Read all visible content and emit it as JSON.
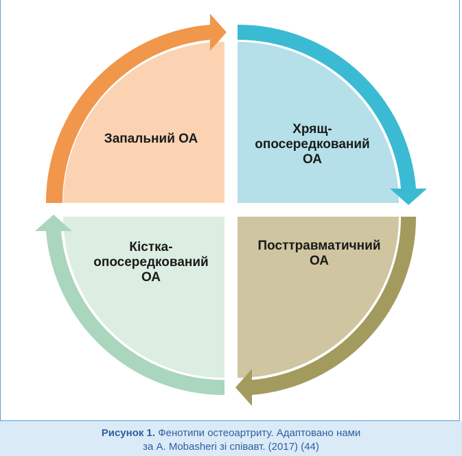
{
  "diagram": {
    "quadrants": [
      {
        "id": "inflammatory",
        "lines": [
          "Запальний ОА"
        ],
        "fill": "#fbd3b2",
        "arrow": "#f0974c"
      },
      {
        "id": "cartilage",
        "lines": [
          "Хрящ-",
          "опосередкований",
          "ОА"
        ],
        "fill": "#b5dfe9",
        "arrow": "#3bbad3"
      },
      {
        "id": "posttraumatic",
        "lines": [
          "Посттравматичний",
          "ОА"
        ],
        "fill": "#cfc5a0",
        "arrow": "#a39b5e"
      },
      {
        "id": "bone",
        "lines": [
          "Кістка-",
          "опосередкований",
          "ОА"
        ],
        "fill": "#dcede1",
        "arrow": "#a9d6bd"
      }
    ]
  },
  "caption": {
    "bold": "Рисунок 1.",
    "text1": " Фенотипи остеоартриту. Адаптовано нами",
    "text2": "за А. Mobasheri зі співавт. (2017) (44)"
  }
}
